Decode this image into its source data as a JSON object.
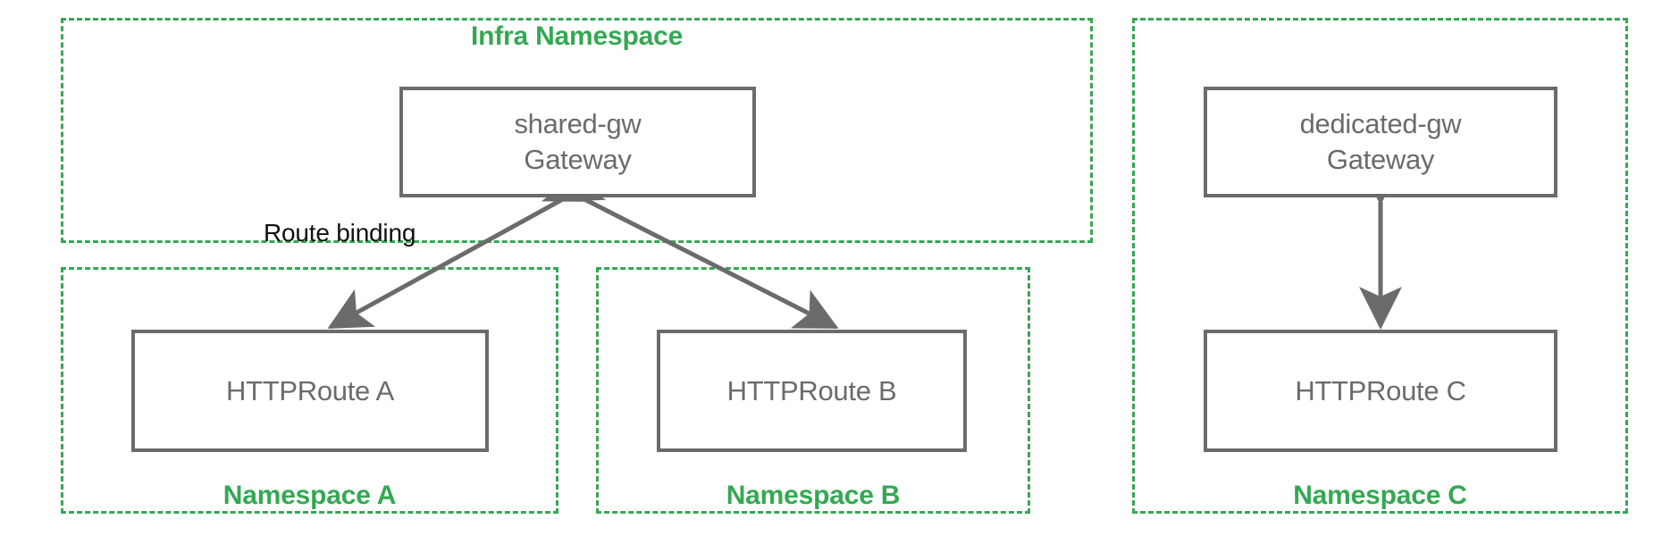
{
  "diagram": {
    "title_hidden": "",
    "colors": {
      "namespace_green": "#34a853",
      "node_gray": "#6b6b6b",
      "arrow_gray": "#6b6b6b",
      "label_black": "#111111",
      "background": "#ffffff"
    },
    "namespaces": [
      {
        "id": "infra",
        "label": "Infra Namespace",
        "label_position": "top-center"
      },
      {
        "id": "ns-a",
        "label": "Namespace A",
        "label_position": "bottom-center"
      },
      {
        "id": "ns-b",
        "label": "Namespace B",
        "label_position": "bottom-center"
      },
      {
        "id": "ns-c",
        "label": "Namespace C",
        "label_position": "bottom-center"
      }
    ],
    "nodes": [
      {
        "id": "shared-gw",
        "name": "shared-gw",
        "kind": "Gateway",
        "namespace": "infra"
      },
      {
        "id": "dedicated-gw",
        "name": "dedicated-gw",
        "kind": "Gateway",
        "namespace": "ns-c"
      },
      {
        "id": "httproute-a",
        "name": "HTTPRoute A",
        "kind": "",
        "namespace": "ns-a"
      },
      {
        "id": "httproute-b",
        "name": "HTTPRoute B",
        "kind": "",
        "namespace": "ns-b"
      },
      {
        "id": "httproute-c",
        "name": "HTTPRoute C",
        "kind": "",
        "namespace": "ns-c"
      }
    ],
    "edges": [
      {
        "id": "edge-a",
        "from": "shared-gw",
        "to": "httproute-a",
        "label": "Route binding",
        "arrowheads": "both"
      },
      {
        "id": "edge-b",
        "from": "shared-gw",
        "to": "httproute-b",
        "label": "",
        "arrowheads": "both"
      },
      {
        "id": "edge-c",
        "from": "dedicated-gw",
        "to": "httproute-c",
        "label": "",
        "arrowheads": "both"
      }
    ]
  }
}
